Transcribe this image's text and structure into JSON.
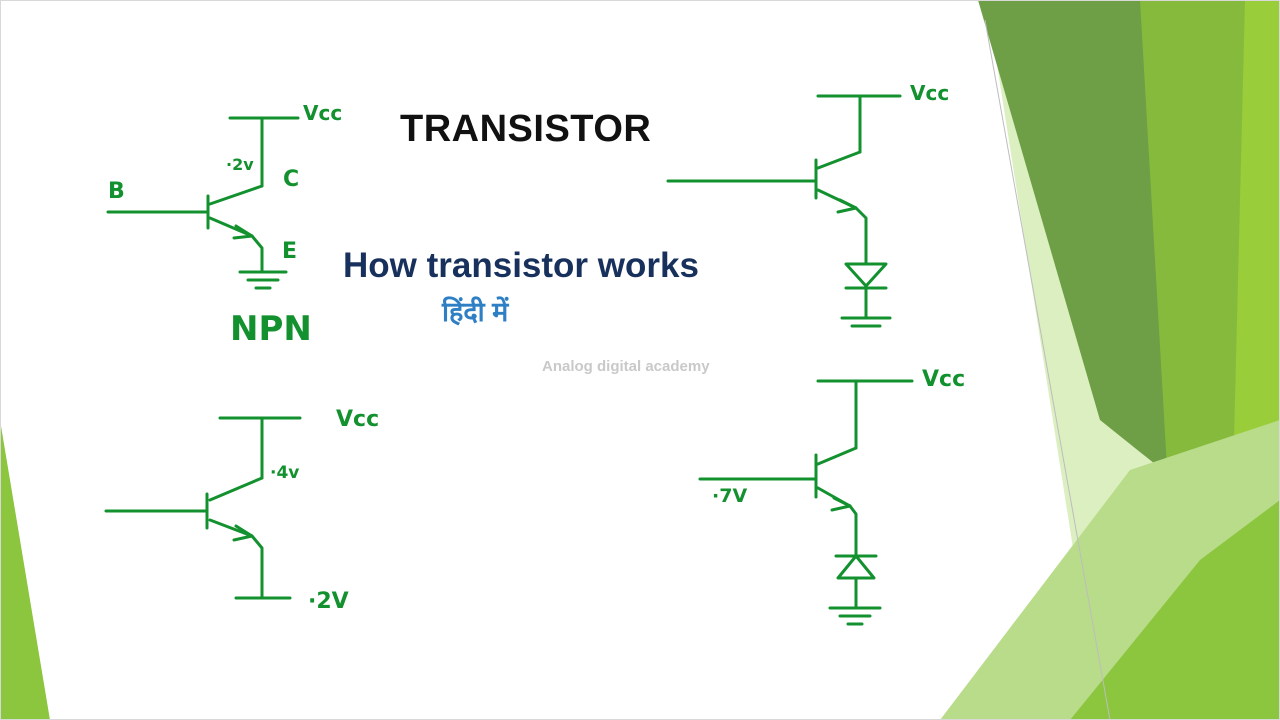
{
  "slide": {
    "title": "TRANSISTOR",
    "subtitle": "How transistor works",
    "hindi_subtitle": "हिंदी में",
    "watermark": "Analog digital academy"
  },
  "circuits": {
    "npn_labeled": {
      "vcc": "Vcc",
      "base": "B",
      "collector": "C",
      "emitter": "E",
      "voltage": "·2v",
      "type": "NPN"
    },
    "top_right": {
      "vcc": "Vcc"
    },
    "bottom_left": {
      "vcc": "Vcc",
      "collector_voltage": "·4v",
      "emitter_voltage": "·2V"
    },
    "bottom_right": {
      "vcc": "Vcc",
      "base_voltage": "·7V"
    }
  },
  "colors": {
    "ink": "#13912f",
    "title": "#111111",
    "subtitle": "#17305c",
    "hindi": "#2f7fc4",
    "watermark": "#c9c9c9",
    "green_dark": "#5f9a3a",
    "green_mid": "#7fb73a",
    "green_light": "#d5e9b0"
  }
}
